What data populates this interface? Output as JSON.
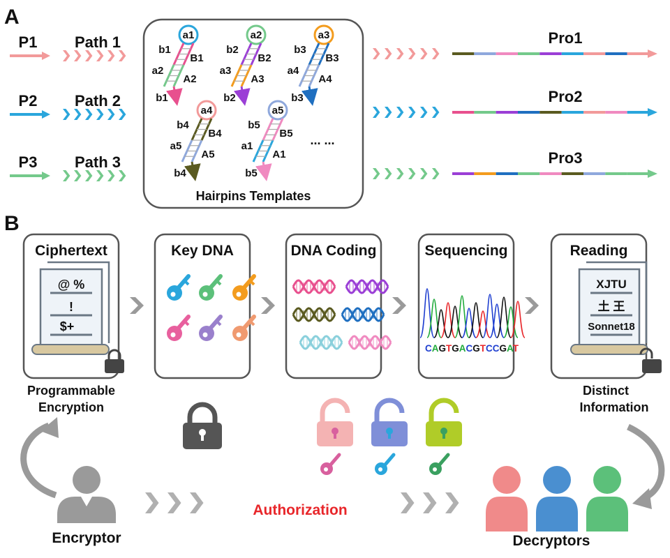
{
  "panel_a": {
    "letter": "A",
    "rows": [
      {
        "input": "P1",
        "path": "Path 1",
        "product": "Pro1",
        "color": "#f29a9a"
      },
      {
        "input": "P2",
        "path": "Path 2",
        "product": "Pro2",
        "color": "#2aa6dc"
      },
      {
        "input": "P3",
        "path": "Path 3",
        "product": "Pro3",
        "color": "#74c98b"
      }
    ],
    "templates_title": "Hairpins Templates",
    "hairpins": [
      {
        "loop": "a1",
        "s1": "b1",
        "s2": "B1",
        "s3": "a2",
        "s4": "A2",
        "tail": "b1",
        "loop_color": "#2aa6dc"
      },
      {
        "loop": "a2",
        "s1": "b2",
        "s2": "B2",
        "s3": "a3",
        "s4": "A3",
        "tail": "b2",
        "loop_color": "#74c98b"
      },
      {
        "loop": "a3",
        "s1": "b3",
        "s2": "B3",
        "s3": "a4",
        "s4": "A4",
        "tail": "b3",
        "loop_color": "#f39c1e"
      },
      {
        "loop": "a4",
        "s1": "b4",
        "s2": "B4",
        "s3": "a5",
        "s4": "A5",
        "tail": "b4",
        "loop_color": "#f29a9a"
      },
      {
        "loop": "a5",
        "s1": "b5",
        "s2": "B5",
        "s3": "a1",
        "s4": "A1",
        "tail": "b5",
        "loop_color": "#8fa8dc"
      }
    ],
    "ellipsis": "... ..."
  },
  "panel_b": {
    "letter": "B",
    "steps": [
      {
        "title": "Ciphertext"
      },
      {
        "title": "Key DNA"
      },
      {
        "title": "DNA Coding"
      },
      {
        "title": "Sequencing"
      },
      {
        "title": "Reading"
      }
    ],
    "cipher_symbols": [
      "@ %",
      "!",
      "$+"
    ],
    "sequence": "CAGTGACGTCCGAT",
    "reading_lines": [
      "XJTU",
      "土 王",
      "Sonnet18"
    ],
    "caption_left": [
      "Programmable",
      "Encryption"
    ],
    "caption_right": [
      "Distinct",
      "Information"
    ],
    "encryptor": "Encryptor",
    "authorization": "Authorization",
    "decryptors": "Decryptors"
  }
}
